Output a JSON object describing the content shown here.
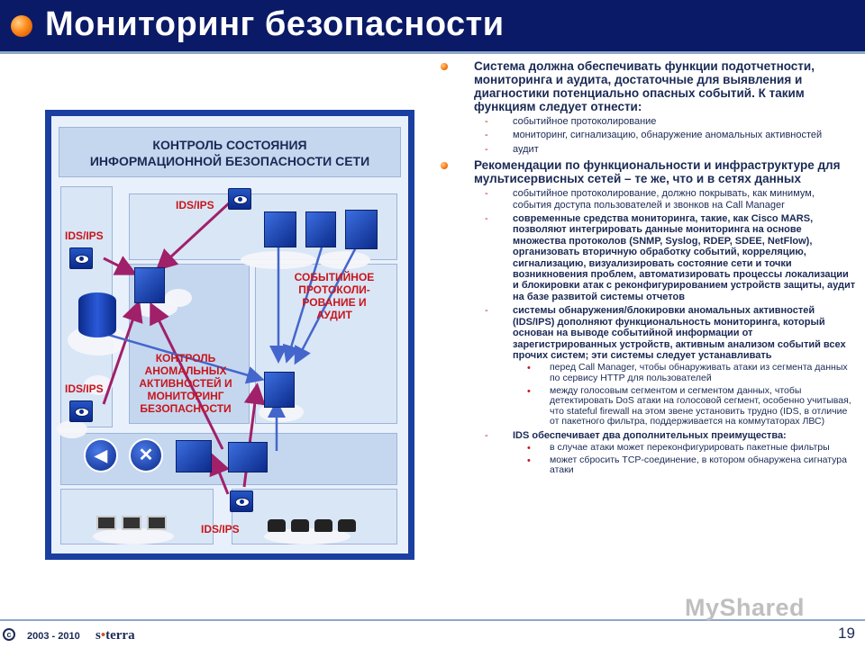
{
  "slide": {
    "title": "Мониторинг безопасности",
    "page_number": "19"
  },
  "diagram": {
    "header": [
      "КОНТРОЛЬ СОСТОЯНИЯ",
      "ИНФОРМАЦИОННОЙ БЕЗОПАСНОСТИ СЕТИ"
    ],
    "ids_label": "IDS/IPS",
    "event_logging": [
      "СОБЫТИЙНОЕ",
      "ПРОТОКОЛИ-",
      "РОВАНИЕ И",
      "АУДИТ"
    ],
    "anomaly_control": [
      "КОНТРОЛЬ",
      "АНОМАЛЬНЫХ",
      "АКТИВНОСТЕЙ И",
      "МОНИТОРИНГ",
      "БЕЗОПАСНОСТИ"
    ],
    "colors": {
      "frame": "#1a3fa0",
      "panel": "#c5d7ef",
      "red": "#c8151b",
      "arrow_red": "#a0206a",
      "arrow_blue": "#4466cc"
    }
  },
  "content": {
    "bullets": [
      {
        "text": "Система должна обеспечивать функции подотчетности, мониторинга и аудита, достаточные для выявления и диагностики потенциально опасных событий. К таким функциям следует отнести:",
        "subs": [
          {
            "text": "событийное протоколирование",
            "bold": false,
            "items": []
          },
          {
            "text": "мониторинг, сигнализацию, обнаружение аномальных активностей",
            "bold": false,
            "items": []
          },
          {
            "text": "аудит",
            "bold": false,
            "items": []
          }
        ]
      },
      {
        "text": "Рекомендации по функциональности и инфраструктуре для мультисервисных сетей – те же, что и в сетях данных",
        "subs": [
          {
            "text": "событийное протоколирование, должно покрывать, как минимум, события доступа пользователей и звонков на Call Manager",
            "bold": false,
            "items": []
          },
          {
            "text": "современные средства мониторинга, такие, как Cisco MARS, позволяют интегрировать данные мониторинга на основе множества протоколов (SNMP, Syslog, RDEP, SDEE, NetFlow), организовать вторичную обработку событий, корреляцию, сигнализацию, визуализировать состояние сети и точки возникновения проблем, автоматизировать процессы локализации и блокировки атак с реконфигурированием устройств защиты, аудит на базе развитой системы отчетов",
            "bold": true,
            "items": []
          },
          {
            "text": "системы обнаружения/блокировки аномальных активностей (IDS/IPS) дополняют функциональность мониторинга, который основан на выводе событийной информации от зарегистрированных устройств, активным анализом событий всех прочих систем; эти системы следует устанавливать",
            "bold": true,
            "items": [
              "перед Call Manager, чтобы обнаруживать атаки из сегмента данных по сервису HTTP для пользователей",
              "между голосовым сегментом и сегментом данных, чтобы детектировать DoS атаки на голосовой сегмент, особенно учитывая, что stateful firewall на этом звене установить трудно (IDS, в отличие от пакетного фильтра, поддерживается на коммутаторах ЛВС)"
            ]
          },
          {
            "text": "IDS обеспечивает два дополнительных преимущества:",
            "bold": true,
            "items": [
              "в случае атаки может переконфигурировать пакетные фильтры",
              "может сбросить TCP-соединение, в котором обнаружена сигнатура атаки"
            ]
          }
        ]
      }
    ]
  },
  "footer": {
    "copyright_symbol": "c",
    "years": "2003 - 2010",
    "logo_prefix": "s",
    "logo_dot": "•",
    "logo_suffix": "terra",
    "watermark": "MyShared"
  }
}
